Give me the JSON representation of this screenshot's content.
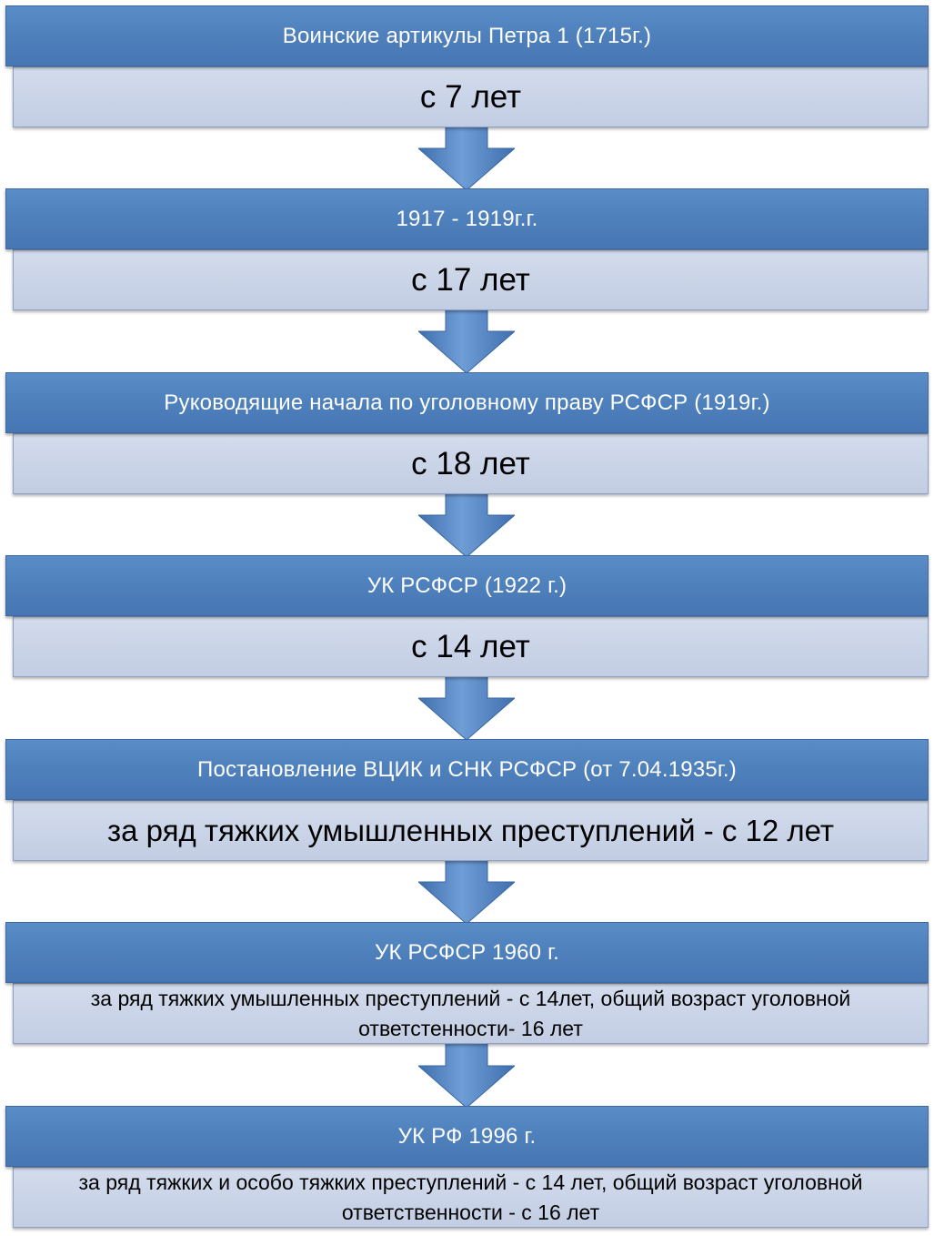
{
  "steps": [
    {
      "title": "Воинские артикулы Петра 1 (1715г.)",
      "age": "с 7 лет"
    },
    {
      "title": "1917 - 1919г.г.",
      "age": "с 17 лет"
    },
    {
      "title": "Руководящие  начала по уголовному праву  РСФСР (1919г.)",
      "age": "с 18 лет"
    },
    {
      "title": "УК РСФСР (1922 г.)",
      "age": "с 14 лет"
    },
    {
      "title": "Постановление ВЦИК и СНК РСФСР (от 7.04.1935г.)",
      "age": "за ряд тяжких умышленных преступлений - с 12 лет"
    },
    {
      "title": "УК РСФСР 1960 г.",
      "age": "за ряд тяжких умышленных преступлений - с 14лет, общий возраст уголовной ответстенности- 16 лет"
    },
    {
      "title": "УК РФ 1996 г.",
      "age": "за ряд тяжких и особо тяжких преступлений - с 14 лет, общий возраст уголовной ответственности  - с 16 лет"
    }
  ],
  "colors": {
    "header": "#4f81bd",
    "body": "#c9d3e7",
    "arrow": "#4f81bd"
  }
}
